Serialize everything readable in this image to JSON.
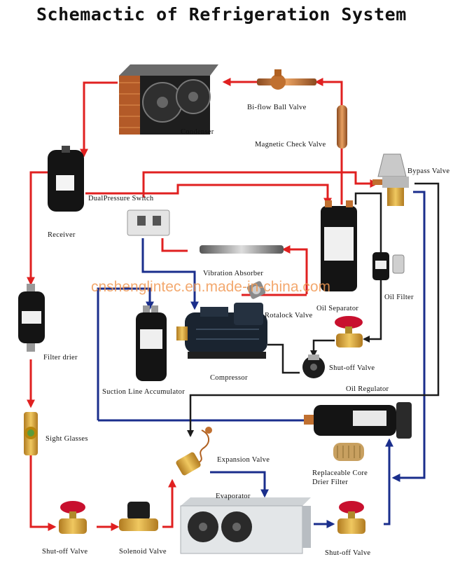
{
  "title": "Schemactic of Refrigeration System",
  "watermark": "cnshenglintec.en.made-in-china.com",
  "colors": {
    "hot_line": "#e02020",
    "cold_line": "#1a2e8c",
    "oil_line": "#1c1c1c"
  },
  "labels": {
    "condenser": "Condenser",
    "biflow_ball_valve": "Bi-flow Ball Valve",
    "magnetic_check_valve": "Magnetic Check Valve",
    "bypass_valve": "Bypass Valve",
    "receiver": "Receiver",
    "dual_pressure_switch": "DualPressure Switch",
    "vibration_absorber": "Vibration Absorber",
    "oil_separator": "Oil Separator",
    "oil_filter": "Oil Filter",
    "rotalock_valve": "Rotalock Valve",
    "filter_drier": "Filter drier",
    "compressor": "Compressor",
    "shutoff_valve_oil": "Shut-off Valve",
    "suction_line_accumulator": "Suction Line Accumulator",
    "oil_regulator": "Oil Regulator",
    "sight_glasses": "Sight Glasses",
    "expansion_valve": "Expansion Valve",
    "replaceable_core_drier_filter_1": "Replaceable Core",
    "replaceable_core_drier_filter_2": "Drier Filter",
    "evaporator": "Evaporator",
    "shutoff_valve_left": "Shut-off Valve",
    "solenoid_valve": "Solenoid Valve",
    "shutoff_valve_right": "Shut-off Valve"
  }
}
